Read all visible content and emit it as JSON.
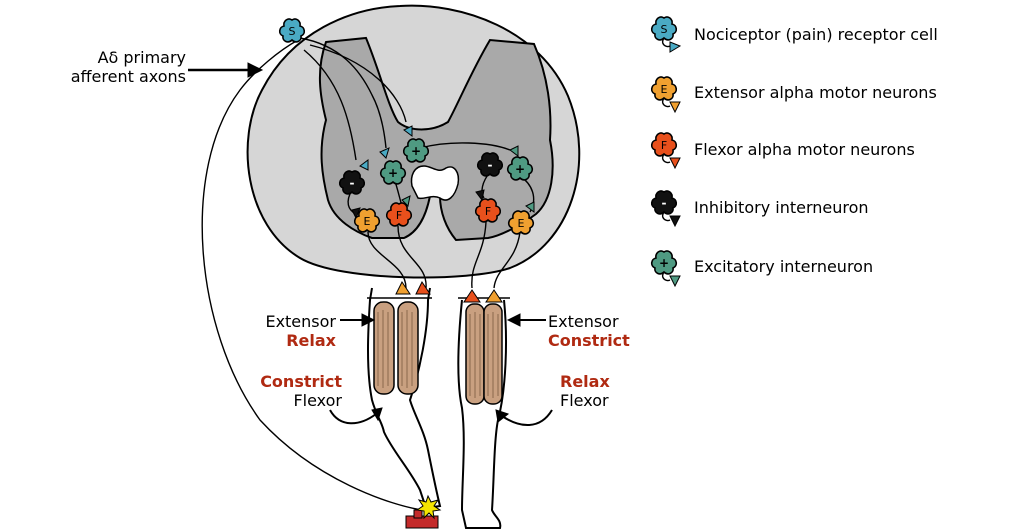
{
  "labels": {
    "afferent_line1": "Aδ primary",
    "afferent_line2": "afferent axons",
    "left_extensor": "Extensor",
    "left_extensor_state": "Relax",
    "left_flexor_state": "Constrict",
    "left_flexor": "Flexor",
    "right_extensor": "Extensor",
    "right_extensor_state": "Constrict",
    "right_flexor_state": "Relax",
    "right_flexor": "Flexor"
  },
  "legend": [
    {
      "symbol": "S",
      "label": "Nociceptor (pain) receptor cell",
      "icon": "nociceptor-icon",
      "color": "#4aaac4"
    },
    {
      "symbol": "E",
      "label": "Extensor alpha motor neurons",
      "icon": "extensor-neuron-icon",
      "color": "#f0a030"
    },
    {
      "symbol": "F",
      "label": "Flexor alpha motor neurons",
      "icon": "flexor-neuron-icon",
      "color": "#e8501c"
    },
    {
      "symbol": "-",
      "label": "Inhibitory interneuron",
      "icon": "inhibitory-neuron-icon",
      "color": "#111111"
    },
    {
      "symbol": "+",
      "label": "Excitatory interneuron",
      "icon": "excitatory-neuron-icon",
      "color": "#4f9a82"
    }
  ],
  "colors": {
    "white_matter": "#d6d6d6",
    "gray_matter": "#a9a9a9",
    "muscle": "#c9a080",
    "stimulus": "#c42a2a",
    "pain_flash": "#f5e400"
  }
}
